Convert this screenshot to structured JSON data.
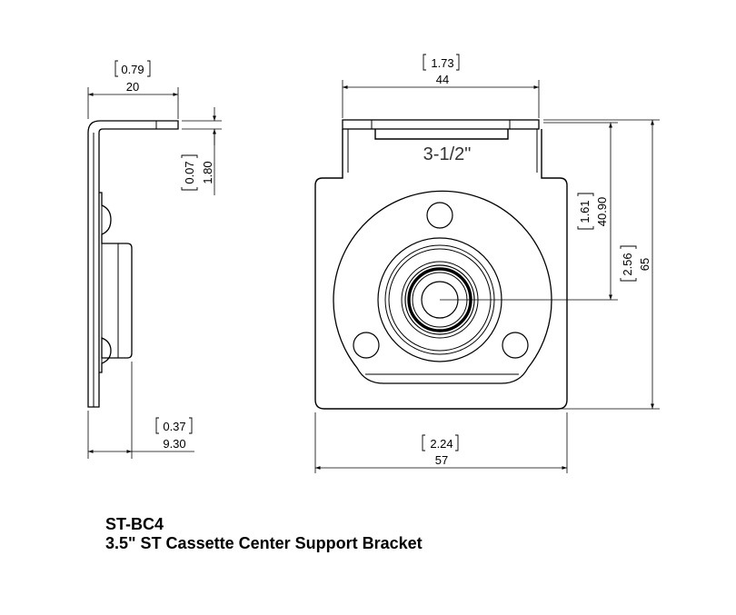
{
  "title": {
    "part_number": "ST-BC4",
    "description": "3.5\" ST Cassette Center Support Bracket"
  },
  "stamp_text": "3-1/2\"",
  "dimensions": {
    "side_width": {
      "inch": "0.79",
      "mm": "20"
    },
    "thickness": {
      "inch": "0.07",
      "mm": "1.80"
    },
    "side_depth": {
      "inch": "0.37",
      "mm": "9.30"
    },
    "top_tab_width": {
      "inch": "1.73",
      "mm": "44"
    },
    "center_height": {
      "inch": "1.61",
      "mm": "40.90"
    },
    "overall_height": {
      "inch": "2.56",
      "mm": "65"
    },
    "overall_width": {
      "inch": "2.24",
      "mm": "57"
    }
  }
}
